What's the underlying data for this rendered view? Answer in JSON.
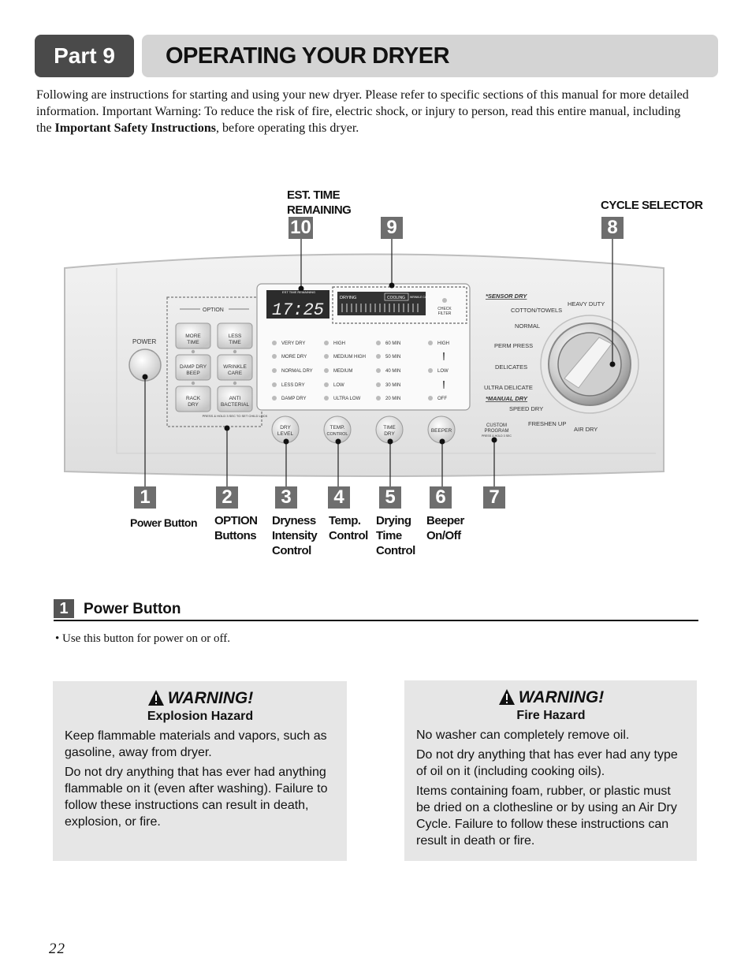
{
  "header": {
    "part": "Part 9",
    "title": "OPERATING YOUR DRYER"
  },
  "intro": {
    "text1": "Following are instructions for starting and using your new dryer.  Please refer to specific sections of this manual for more detailed information.  Important Warning:  To reduce the risk of fire, electric shock, or injury to person, read this entire manual, including the ",
    "bold": "Important Safety Instructions",
    "text2": ", before operating this dryer."
  },
  "diagram": {
    "top_labels": {
      "est_time_l1": "EST. TIME",
      "est_time_l2": "REMAINING",
      "cycle_selector": "CYCLE SELECTOR"
    },
    "top_numbers": [
      "10",
      "9",
      "8"
    ],
    "bottom_numbers": [
      "1",
      "2",
      "3",
      "4",
      "5",
      "6",
      "7"
    ],
    "captions": {
      "c1": "Power Button",
      "c2_l1": "OPTION",
      "c2_l2": "Buttons",
      "c3_l1": "Dryness",
      "c3_l2": "Intensity",
      "c3_l3": "Control",
      "c4_l1": "Temp.",
      "c4_l2": "Control",
      "c5_l1": "Drying",
      "c5_l2": "Time",
      "c5_l3": "Control",
      "c6_l1": "Beeper",
      "c6_l2": "On/Off"
    },
    "panel": {
      "power": "POWER",
      "option": "OPTION",
      "option_buttons": [
        [
          "MORE",
          "TIME"
        ],
        [
          "LESS",
          "TIME"
        ],
        [
          "DAMP DRY",
          "BEEP"
        ],
        [
          "WRINKLE",
          "CARE"
        ],
        [
          "RACK",
          "DRY"
        ],
        [
          "ANTI",
          "BACTERIAL"
        ]
      ],
      "child_lock": "PRESS & HOLD 3 SEC TO SET CHILD LOCK",
      "display_time": "17:25",
      "display_label": "EST TIME REMAINING",
      "status": [
        "DRYING",
        "COOLING",
        "WRINKLE CARE"
      ],
      "check_filter": [
        "CHECK",
        "FILTER"
      ],
      "dry_levels": [
        "VERY DRY",
        "MORE DRY",
        "NORMAL DRY",
        "LESS DRY",
        "DAMP DRY"
      ],
      "temps": [
        "HIGH",
        "MEDIUM HIGH",
        "MEDIUM",
        "LOW",
        "ULTRA LOW"
      ],
      "times": [
        "60 MIN",
        "50 MIN",
        "40 MIN",
        "30 MIN",
        "20 MIN"
      ],
      "beeper": [
        "HIGH",
        "LOW",
        "OFF"
      ],
      "buttons": [
        [
          "DRY",
          "LEVEL"
        ],
        [
          "TEMP.",
          "CONTROL"
        ],
        [
          "TIME",
          "DRY"
        ],
        [
          "BEEPER"
        ]
      ],
      "custom": [
        "CUSTOM",
        "PROGRAM",
        "PRESS & HOLD 3 SEC"
      ],
      "cycles": {
        "sensor_dry": "*SENSOR DRY",
        "cotton": "COTTON/TOWELS",
        "heavy": "HEAVY DUTY",
        "normal": "NORMAL",
        "perm": "PERM PRESS",
        "delicates": "DELICATES",
        "ultra": "ULTRA DELICATE",
        "manual_dry": "*MANUAL DRY",
        "speed": "SPEED DRY",
        "freshen": "FRESHEN UP",
        "air": "AIR DRY"
      }
    }
  },
  "section": {
    "number": "1",
    "title": "Power Button",
    "bullet": "• Use this button for power on or off."
  },
  "warnings": [
    {
      "heading": "WARNING!",
      "hazard": "Explosion Hazard",
      "paras": [
        "Keep flammable materials and vapors, such as gasoline, away from dryer.",
        "Do not dry anything that has ever had anything flammable on it (even after washing). Failure to follow these instructions can result in death, explosion, or fire."
      ]
    },
    {
      "heading": "WARNING!",
      "hazard": "Fire Hazard",
      "paras": [
        "No washer can completely remove oil.",
        "Do not dry anything that has ever had any type of oil on it (including cooking oils).",
        "Items containing foam, rubber, or plastic  must be dried on a clothesline or by using an Air Dry Cycle. Failure to follow these instructions can result in death or fire."
      ]
    }
  ],
  "page_number": "22"
}
